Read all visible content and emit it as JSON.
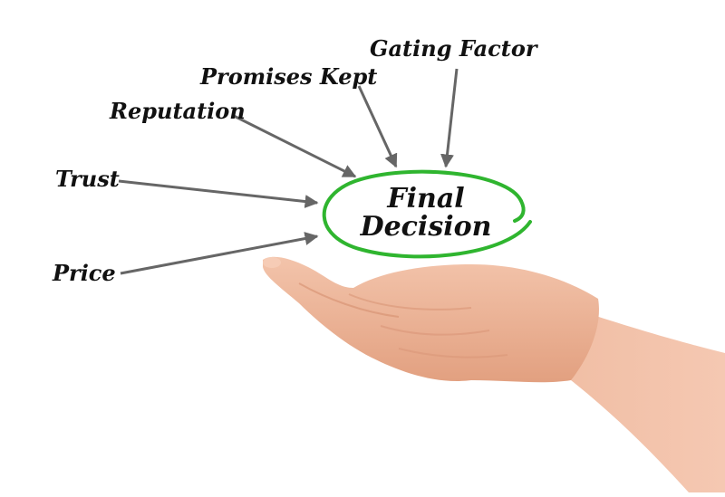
{
  "diagram": {
    "center": {
      "line1": "Final",
      "line2": "Decision"
    },
    "factors": [
      {
        "id": "gating-factor",
        "label": "Gating Factor"
      },
      {
        "id": "promises-kept",
        "label": "Promises Kept"
      },
      {
        "id": "reputation",
        "label": "Reputation"
      },
      {
        "id": "trust",
        "label": "Trust"
      },
      {
        "id": "price",
        "label": "Price"
      }
    ]
  },
  "colors": {
    "ellipse": "#2fb52f",
    "arrow": "#666666",
    "text": "#111111",
    "skin": "#efb49a"
  }
}
